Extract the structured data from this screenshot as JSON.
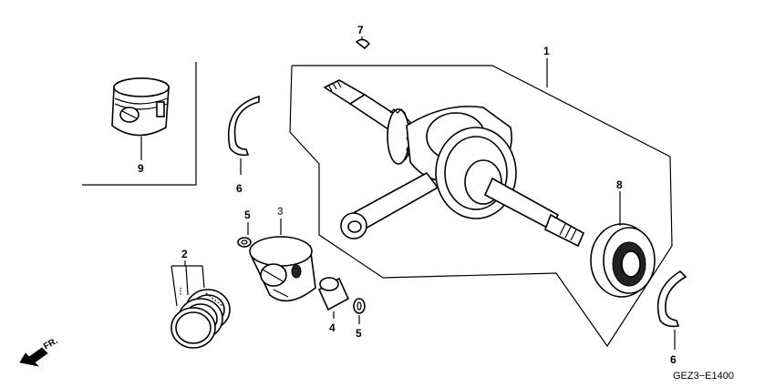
{
  "callouts": [
    {
      "id": "c1",
      "label": "1"
    },
    {
      "id": "c2",
      "label": "2"
    },
    {
      "id": "c3",
      "label": "3"
    },
    {
      "id": "c4",
      "label": "4"
    },
    {
      "id": "c5a",
      "label": "5"
    },
    {
      "id": "c5b",
      "label": "5"
    },
    {
      "id": "c6a",
      "label": "6"
    },
    {
      "id": "c6b",
      "label": "6"
    },
    {
      "id": "c7",
      "label": "7"
    },
    {
      "id": "c8",
      "label": "8"
    },
    {
      "id": "c9",
      "label": "9"
    }
  ],
  "direction_marker": "FR.",
  "figure_code": "GEZ3−E1400",
  "colors": {
    "ink": "#000000",
    "background": "#ffffff",
    "highlight_label": "#555555"
  }
}
